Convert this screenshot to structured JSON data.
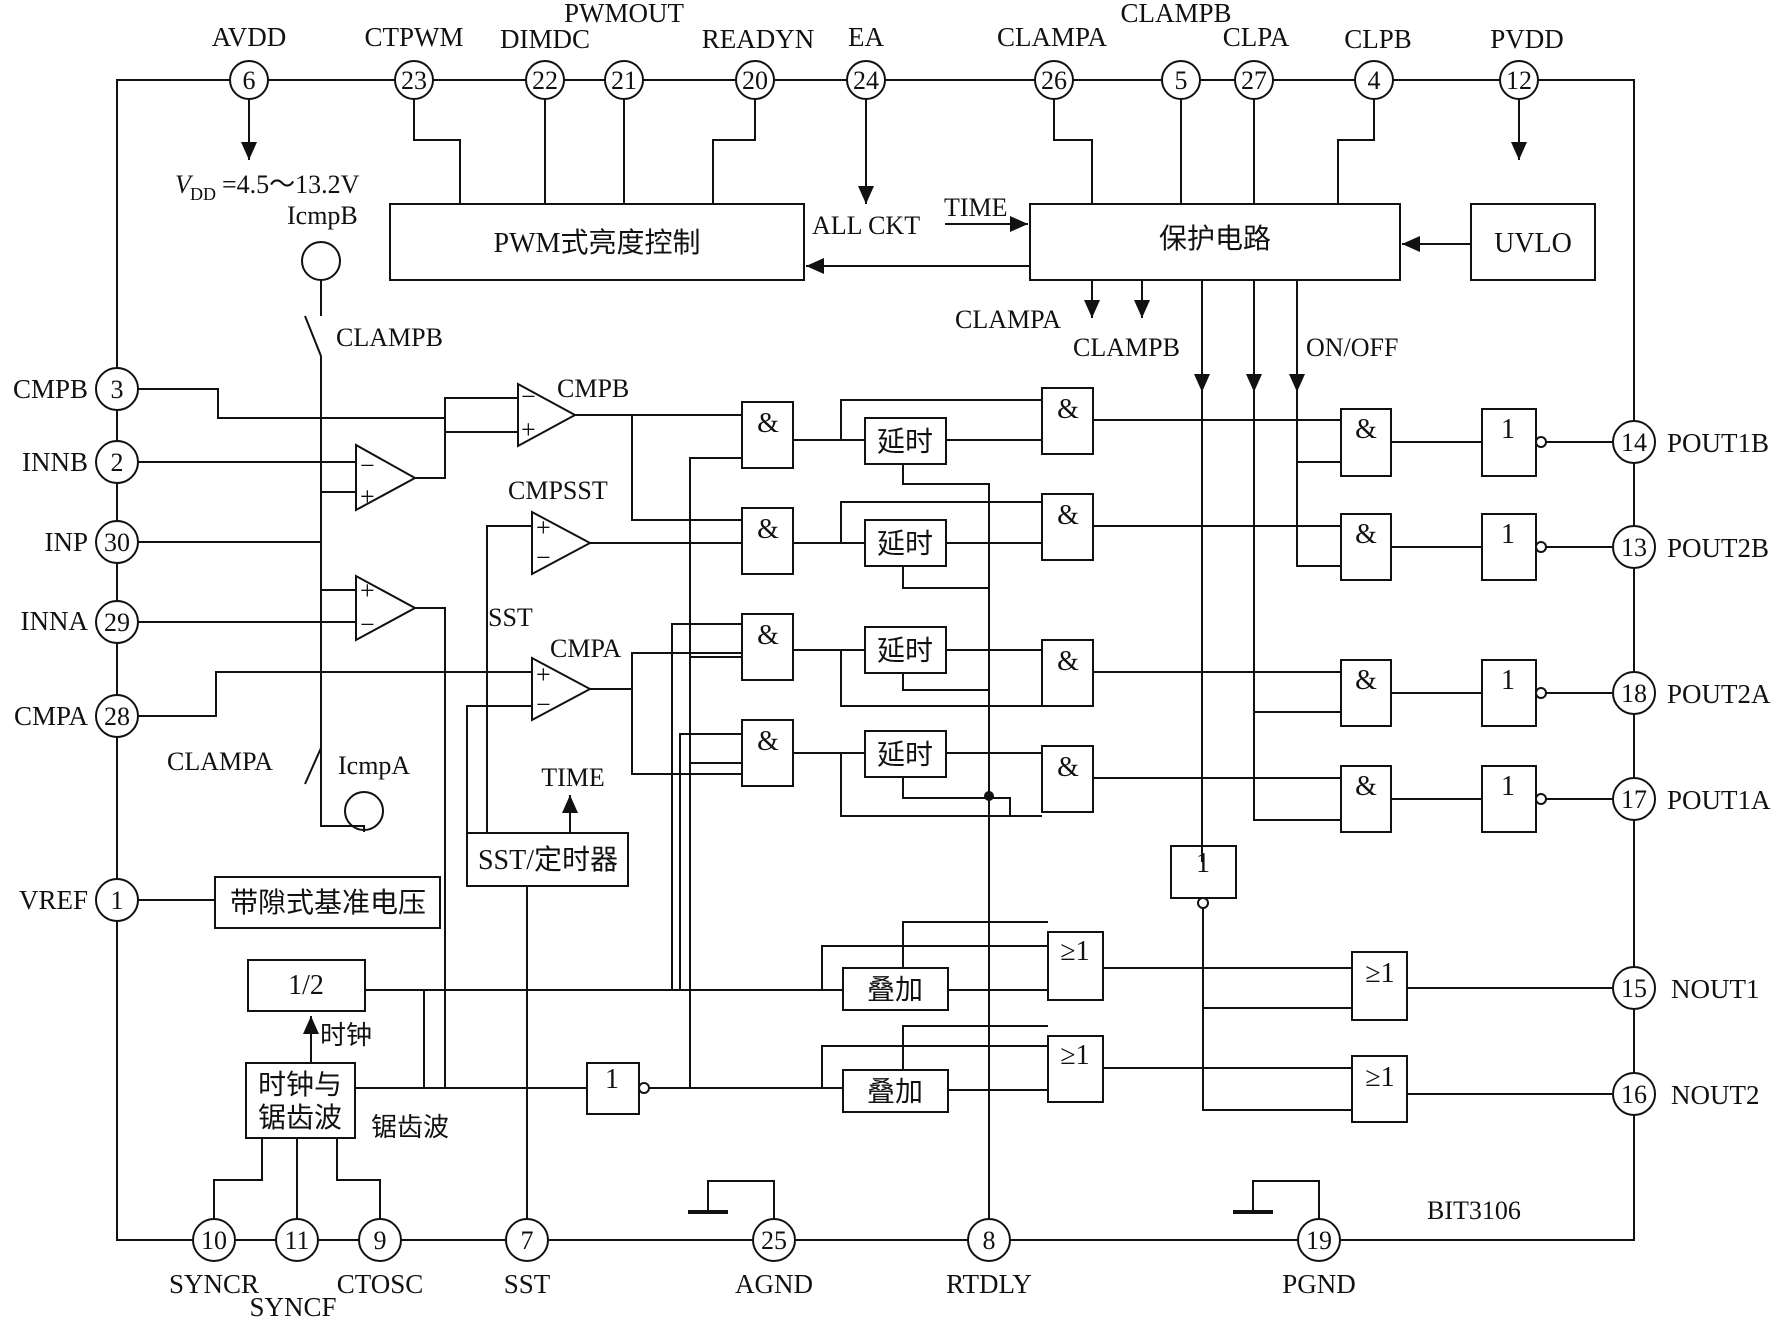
{
  "chip": {
    "part_number": "BIT3106"
  },
  "pins": {
    "p6": {
      "num": "6",
      "label": "AVDD"
    },
    "p23": {
      "num": "23",
      "label": "CTPWM"
    },
    "p22": {
      "num": "22",
      "label": "DIMDC"
    },
    "p21": {
      "num": "21",
      "label": "PWMOUT"
    },
    "p20": {
      "num": "20",
      "label": "READYN"
    },
    "p24": {
      "num": "24",
      "label": "EA"
    },
    "p26": {
      "num": "26",
      "label": "CLAMPA"
    },
    "p5": {
      "num": "5",
      "label": "CLAMPB"
    },
    "p27": {
      "num": "27",
      "label": "CLPA"
    },
    "p4": {
      "num": "4",
      "label": "CLPB"
    },
    "p12": {
      "num": "12",
      "label": "PVDD"
    },
    "p3": {
      "num": "3",
      "label": "CMPB"
    },
    "p2": {
      "num": "2",
      "label": "INNB"
    },
    "p30": {
      "num": "30",
      "label": "INP"
    },
    "p29": {
      "num": "29",
      "label": "INNA"
    },
    "p28": {
      "num": "28",
      "label": "CMPA"
    },
    "p1": {
      "num": "1",
      "label": "VREF"
    },
    "p14": {
      "num": "14",
      "label": "POUT1B"
    },
    "p13": {
      "num": "13",
      "label": "POUT2B"
    },
    "p18": {
      "num": "18",
      "label": "POUT2A"
    },
    "p17": {
      "num": "17",
      "label": "POUT1A"
    },
    "p15": {
      "num": "15",
      "label": "NOUT1"
    },
    "p16": {
      "num": "16",
      "label": "NOUT2"
    },
    "p10": {
      "num": "10",
      "label": "SYNCR"
    },
    "p11": {
      "num": "11",
      "label": "SYNCF"
    },
    "p9": {
      "num": "9",
      "label": "CTOSC"
    },
    "p7": {
      "num": "7",
      "label": "SST"
    },
    "p25": {
      "num": "25",
      "label": "AGND"
    },
    "p8": {
      "num": "8",
      "label": "RTDLY"
    },
    "p19": {
      "num": "19",
      "label": "PGND"
    }
  },
  "blocks": {
    "pwm": "PWM式亮度控制",
    "protect": "保护电路",
    "uvlo": "UVLO",
    "bandgap": "带隙式基准电压",
    "sst_timer": "SST/定时器",
    "div2": "1/2",
    "clock_l1": "时钟与",
    "clock_l2": "锯齿波",
    "delay": "延时",
    "overlay": "叠加"
  },
  "gates": {
    "and": "&",
    "not": "1",
    "or": "≥1"
  },
  "annotations": {
    "vdd_v": "V",
    "vdd_sub": "DD",
    "vdd_range": "=4.5～13.2V",
    "icmpb": "IcmpB",
    "icmpa": "IcmpA",
    "clampb_sw": "CLAMPB",
    "clampa_sw": "CLAMPA",
    "cmpb_out": "CMPB",
    "cmpsst_out": "CMPSST",
    "cmpa_out": "CMPA",
    "sst_node": "SST",
    "time_up": "TIME",
    "all_ckt": "ALL CKT",
    "time_in": "TIME",
    "clampa_out": "CLAMPA",
    "clampb_out": "CLAMPB",
    "onoff": "ON/OFF",
    "clock_sig": "时钟",
    "saw_sig": "锯齿波"
  }
}
